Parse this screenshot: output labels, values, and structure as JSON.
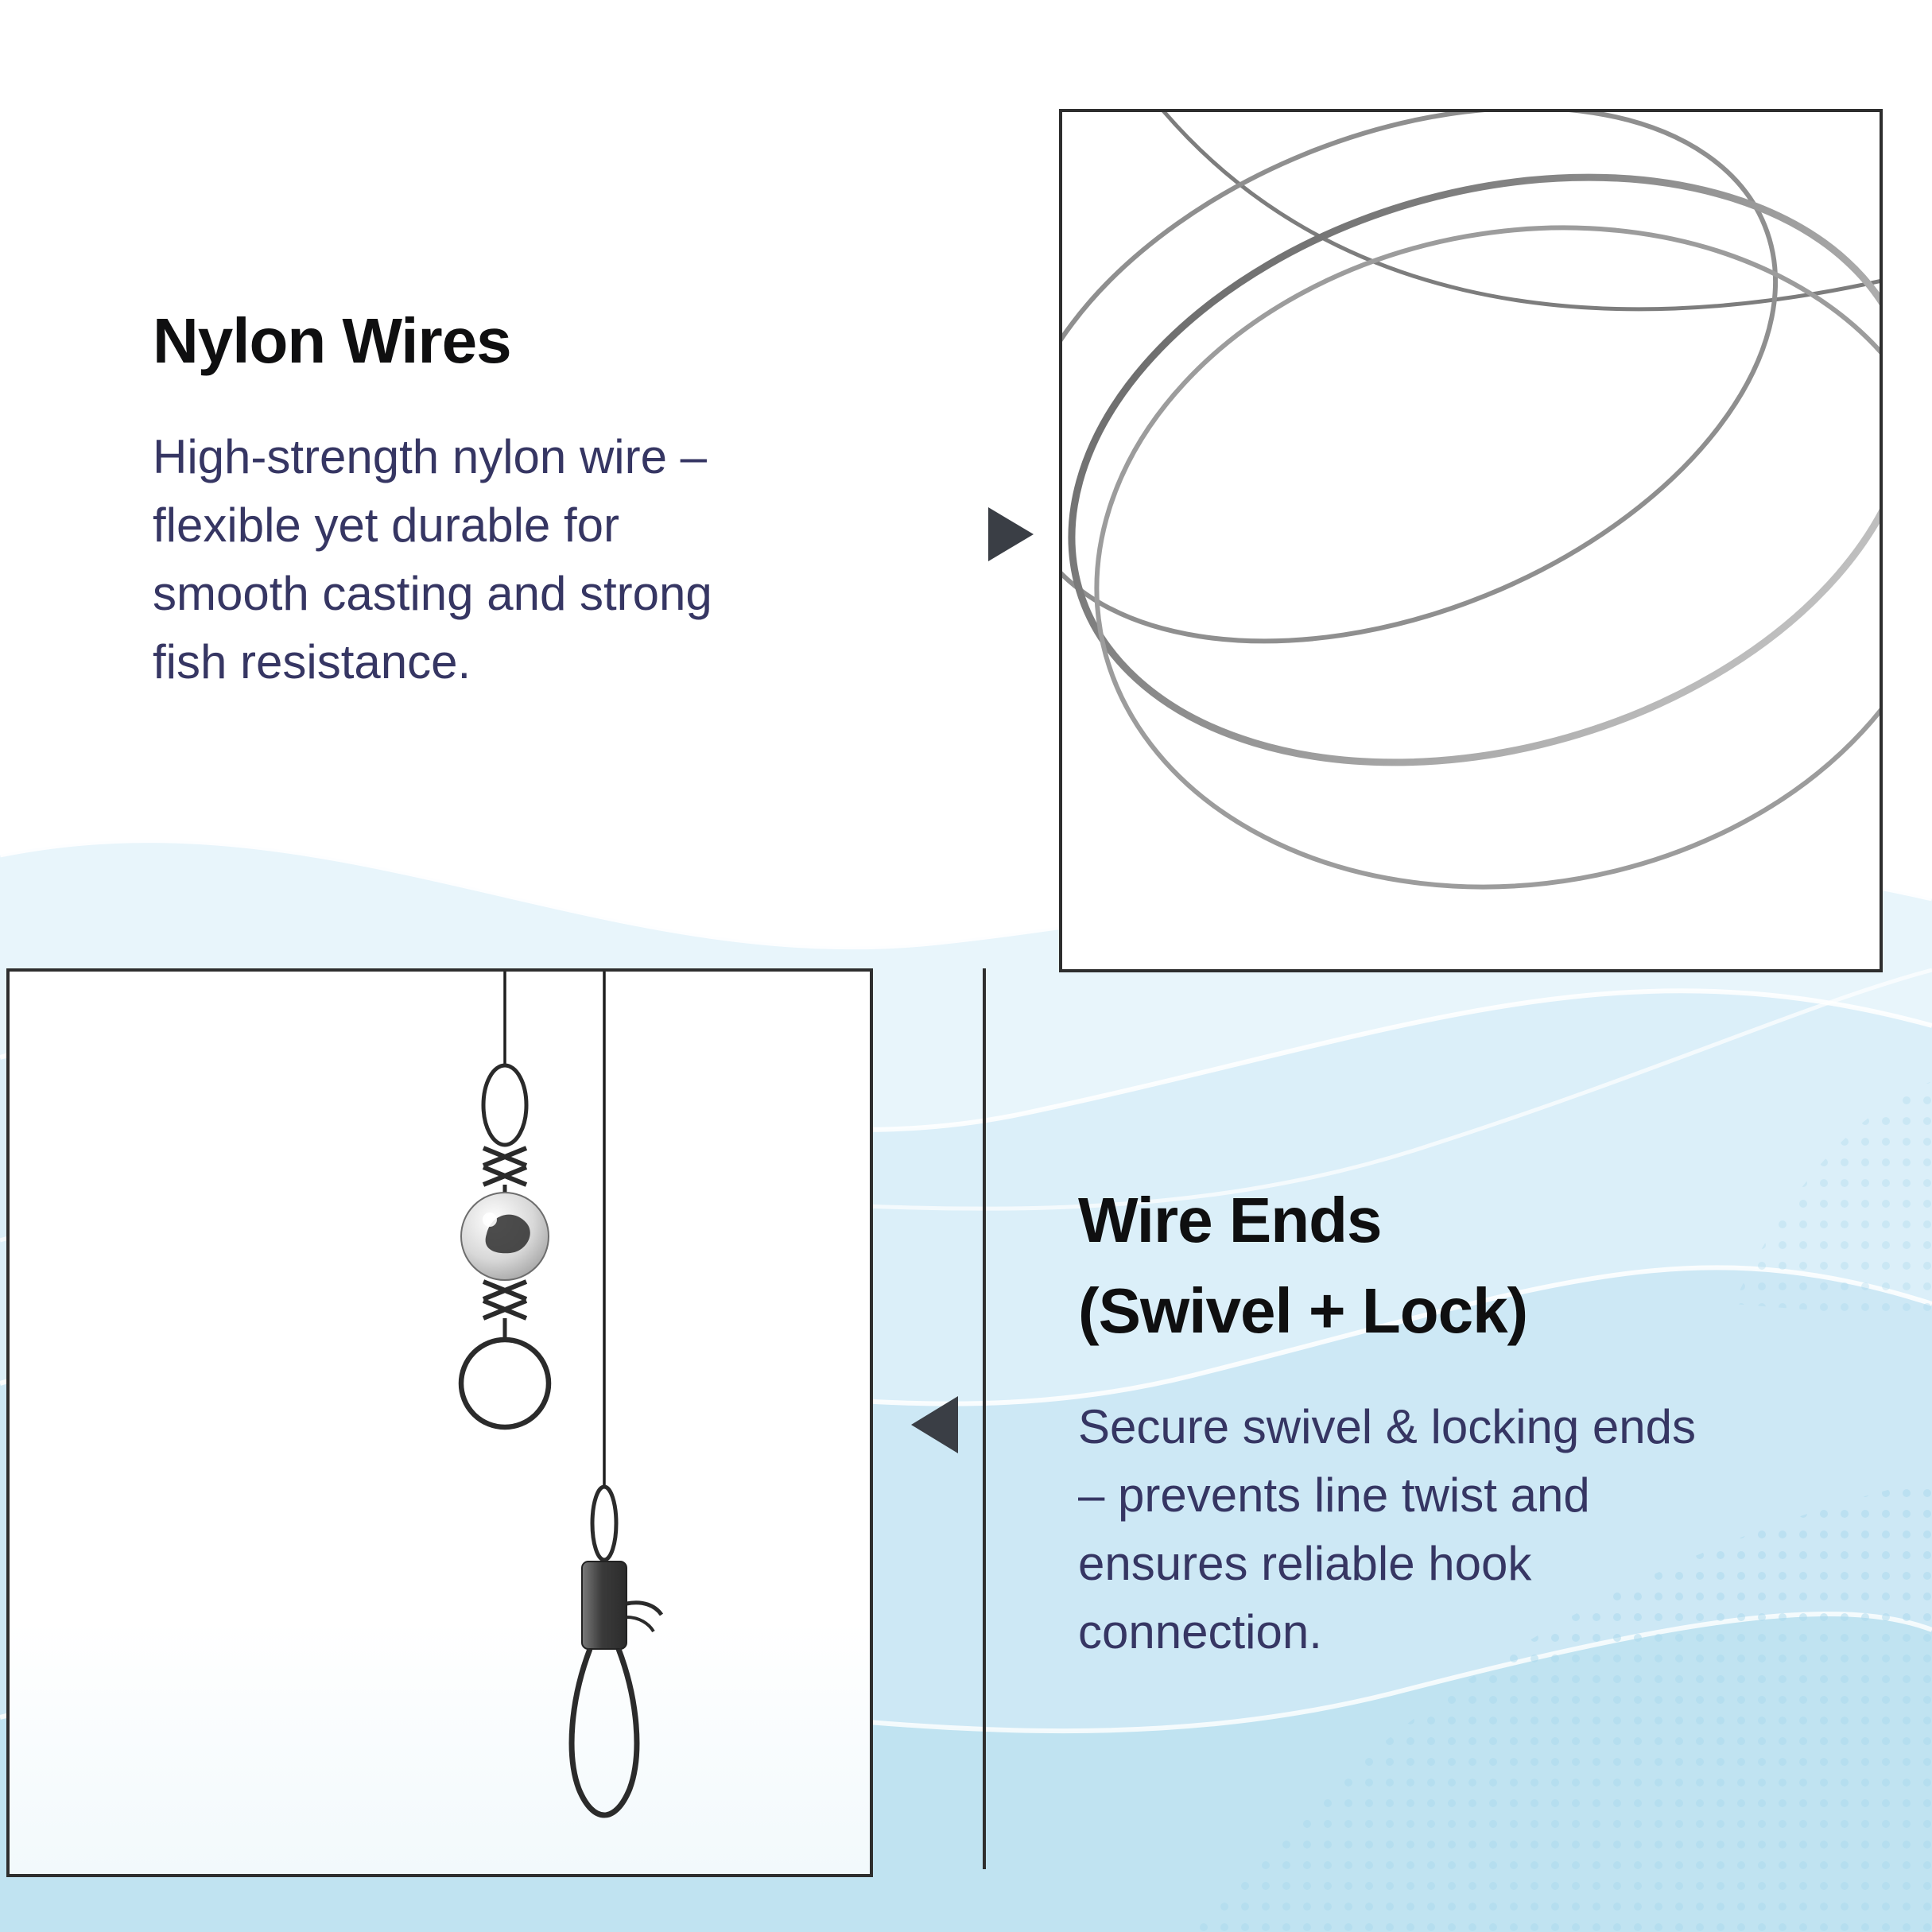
{
  "colors": {
    "heading": "#0f0f10",
    "body_text": "#363663",
    "frame_border": "#2e2e2e",
    "arrow": "#3a3e45",
    "wave_light": "#e8f5fb",
    "wave_mid": "#d9eef8",
    "wave_deep": "#cbe7f4",
    "wave_deepest": "#bfe2f1"
  },
  "icons": {
    "arrow_right": "arrow-right-icon",
    "arrow_left": "arrow-left-icon"
  },
  "sections": {
    "nylon_wires": {
      "title": "Nylon Wires",
      "lines": [
        "High-strength nylon wire –",
        "flexible yet durable for",
        "smooth casting and strong",
        "fish resistance."
      ]
    },
    "wire_ends": {
      "title_line1": "Wire Ends",
      "title_line2": "(Swivel + Lock)",
      "lines": [
        "Secure swivel & locking ends",
        "– prevents line twist and",
        "ensures reliable hook",
        "connection."
      ]
    }
  }
}
